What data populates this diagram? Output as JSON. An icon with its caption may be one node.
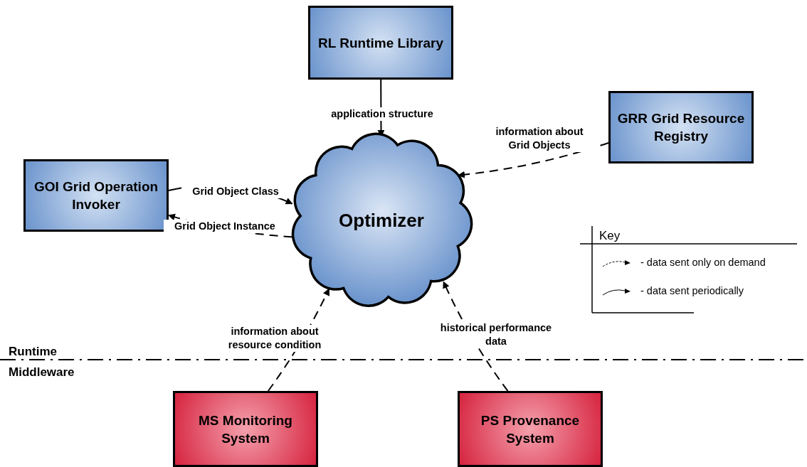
{
  "diagram": {
    "nodes": [
      {
        "text": [
          "RL Runtime Library"
        ]
      },
      {
        "text": [
          "GRR Grid Resource Registry"
        ]
      },
      {
        "text": [
          "GOI Grid Operation Invoker"
        ]
      },
      {
        "text": [
          "Optimizer"
        ]
      },
      {
        "text": [
          "MS Monitoring System"
        ]
      },
      {
        "text": [
          "PS Provenance System"
        ]
      }
    ],
    "edges": [
      {
        "from": 0,
        "to": 3,
        "arrow": "to",
        "label": "application structure"
      },
      {
        "from": 1,
        "to": 3,
        "arrow": "to",
        "label": "information about Grid Objects",
        "style": "dashed"
      },
      {
        "from": 2,
        "to": 3,
        "arrow": "to",
        "label": "Grid Object Class"
      },
      {
        "from": 3,
        "to": 2,
        "arrow": "to",
        "label": "Grid Object Instance",
        "style": "dashed"
      },
      {
        "from": 4,
        "to": 3,
        "arrow": "to",
        "label": "information about resource condition",
        "style": "dashed"
      },
      {
        "from": 5,
        "to": 3,
        "arrow": "to",
        "label": "historical performance data",
        "style": "dashed"
      }
    ],
    "labels": [
      "Runtime",
      "Middleware",
      "Key"
    ],
    "legend": [
      {
        "text": "- data sent only on demand"
      },
      {
        "text": "- data sent periodically"
      }
    ]
  }
}
